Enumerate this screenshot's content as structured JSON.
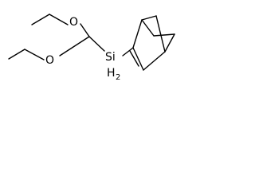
{
  "molecule": {
    "atoms": {
      "oxygen_upper": "O",
      "oxygen_lower": "O",
      "silicon": "Si",
      "silicon_hydrogen": "H",
      "silicon_hydrogen_count": "2"
    }
  }
}
